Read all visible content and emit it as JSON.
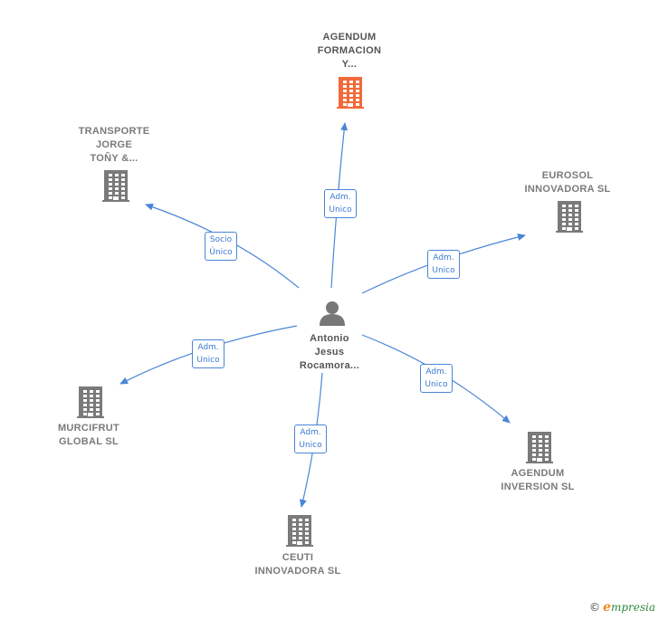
{
  "colors": {
    "edge": "#4a86d6",
    "company": "#7a7a7a",
    "highlight": "#f06a3a",
    "person": "#777777"
  },
  "center": {
    "label": "Antonio\nJesus\nRocamora...",
    "icon": "person-icon"
  },
  "nodes": [
    {
      "id": "agendum-formacion",
      "label": "AGENDUM\nFORMACION\nY...",
      "highlight": true,
      "icon": "building-icon",
      "edge_label": "Adm.\nUnico"
    },
    {
      "id": "transporte-jorge",
      "label": "TRANSPORTE\nJORGE\nTOÑY &...",
      "highlight": false,
      "icon": "building-icon",
      "edge_label": "Socio\nÚnico"
    },
    {
      "id": "eurosol",
      "label": "EUROSOL\nINNOVADORA SL",
      "highlight": false,
      "icon": "building-icon",
      "edge_label": "Adm.\nUnico"
    },
    {
      "id": "murcifrut",
      "label": "MURCIFRUT\nGLOBAL  SL",
      "highlight": false,
      "icon": "building-icon",
      "edge_label": "Adm.\nUnico"
    },
    {
      "id": "agendum-inversion",
      "label": "AGENDUM\nINVERSION  SL",
      "highlight": false,
      "icon": "building-icon",
      "edge_label": "Adm.\nUnico"
    },
    {
      "id": "ceuti",
      "label": "CEUTI\nINNOVADORA SL",
      "highlight": false,
      "icon": "building-icon",
      "edge_label": "Adm.\nUnico"
    }
  ],
  "footer": {
    "copyright": "©",
    "brand_first": "e",
    "brand_rest": "mpresia"
  }
}
